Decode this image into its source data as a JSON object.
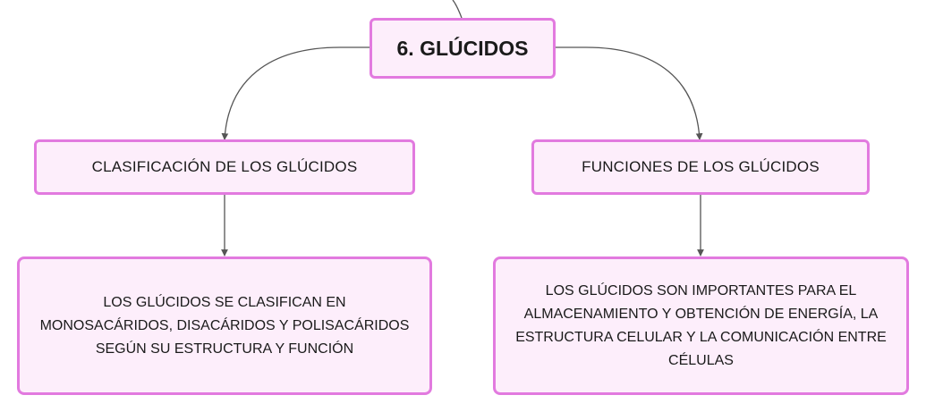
{
  "root": {
    "label": "6. GLÚCIDOS"
  },
  "branches": [
    {
      "title": "CLASIFICACIÓN DE LOS GLÚCIDOS",
      "detail": "LOS GLÚCIDOS SE CLASIFICAN EN MONOSACÁRIDOS, DISACÁRIDOS Y POLISACÁRIDOS SEGÚN SU ESTRUCTURA Y FUNCIÓN"
    },
    {
      "title": "FUNCIONES DE LOS GLÚCIDOS",
      "detail": "LOS GLÚCIDOS SON IMPORTANTES PARA EL ALMACENAMIENTO Y OBTENCIÓN DE ENERGÍA, LA ESTRUCTURA CELULAR Y LA COMUNICACIÓN ENTRE CÉLULAS"
    }
  ],
  "colors": {
    "node_fill": "#fdeefb",
    "node_border": "#e27adf",
    "connector": "#555555"
  }
}
